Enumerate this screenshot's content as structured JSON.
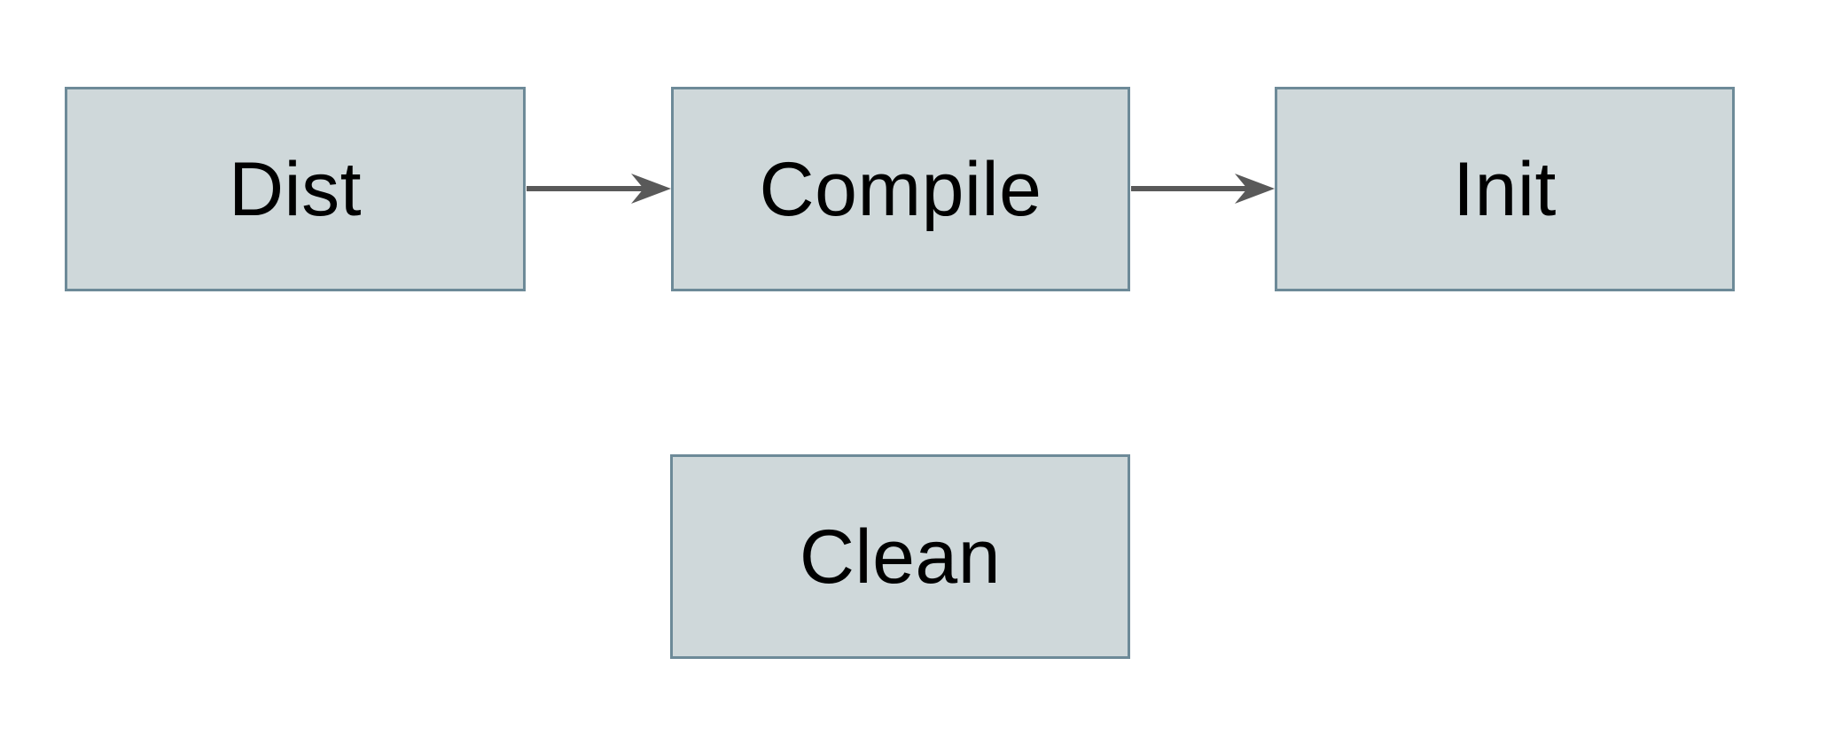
{
  "diagram": {
    "type": "flowchart",
    "nodes": [
      {
        "id": "dist",
        "label": "Dist"
      },
      {
        "id": "compile",
        "label": "Compile"
      },
      {
        "id": "init",
        "label": "Init"
      },
      {
        "id": "clean",
        "label": "Clean"
      }
    ],
    "edges": [
      {
        "from": "dist",
        "to": "compile",
        "style": "solid-arrow"
      },
      {
        "from": "compile",
        "to": "init",
        "style": "solid-arrow"
      }
    ],
    "colors": {
      "canvas-bg": "#ffffff",
      "node-fill": "#cfd8da",
      "node-border": "#6d8a98",
      "node-text": "#000000",
      "arrow": "#595959"
    }
  }
}
